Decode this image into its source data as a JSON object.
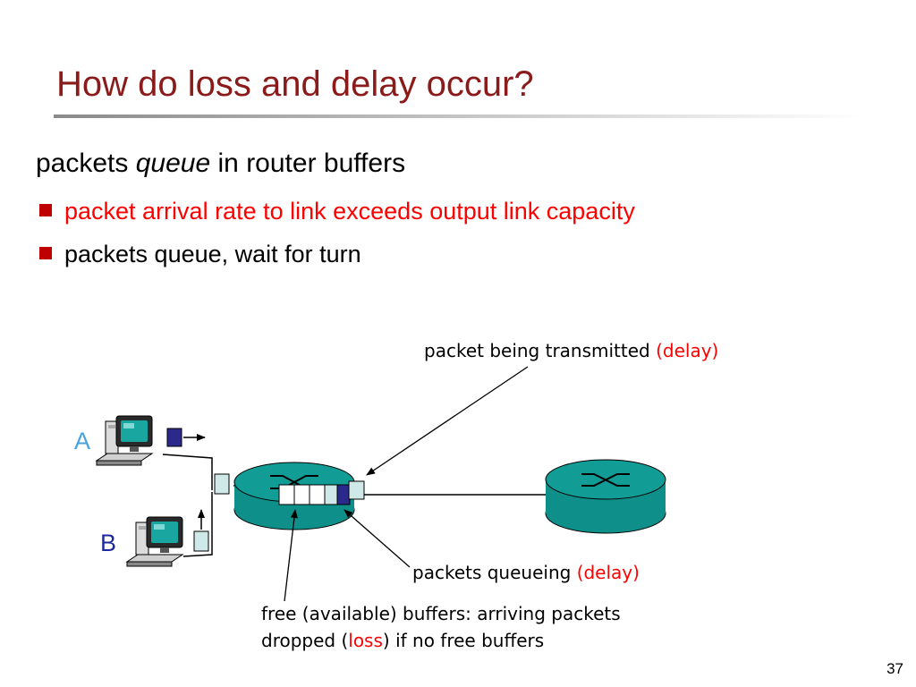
{
  "slide": {
    "title": "How do loss and delay occur?",
    "intro": {
      "before": "packets ",
      "emph": "queue",
      "after": " in router buffers"
    },
    "bullets": [
      {
        "text": "packet arrival rate to link exceeds output link capacity",
        "color": "#ff0000"
      },
      {
        "text": "packets queue, wait for turn",
        "color": "#000000"
      }
    ],
    "page_number": "37"
  },
  "diagram": {
    "hosts": [
      {
        "label": "A",
        "color": "#4aa3df"
      },
      {
        "label": "B",
        "color": "#1f2a9a"
      }
    ],
    "callouts": {
      "transmitted": {
        "text": "packet being transmitted ",
        "highlight": "(delay)"
      },
      "queueing": {
        "text": "packets queueing ",
        "highlight": "(delay)"
      },
      "free_buffers": {
        "line1": "free (available) buffers: arriving packets",
        "line2_before": "dropped (",
        "line2_highlight": "loss",
        "line2_after": ") if no free buffers"
      }
    },
    "colors": {
      "router": "#0f8f8a",
      "queued_packet": "#2b2a8c",
      "transmitting_packet": "#cfe8e8",
      "highlight": "#ff0000"
    }
  }
}
